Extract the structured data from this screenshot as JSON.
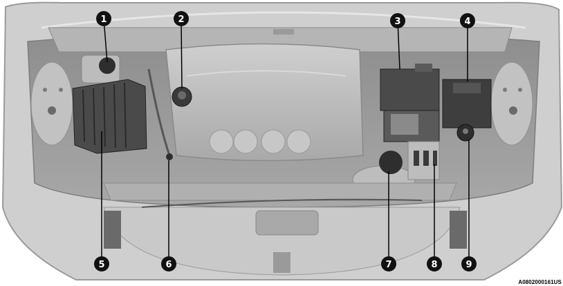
{
  "figure": {
    "callouts": [
      "1",
      "2",
      "3",
      "4",
      "5",
      "6",
      "7",
      "8",
      "9"
    ],
    "image_code": "A0802000161US",
    "colors": {
      "background": "#ffffff",
      "body_panel": "#d4d4d4",
      "engine_bay": "#a3a3a3",
      "engine_cover": "#bdbdbd",
      "dark_component": "#4a4a4a",
      "callout_fill": "#111111"
    }
  }
}
